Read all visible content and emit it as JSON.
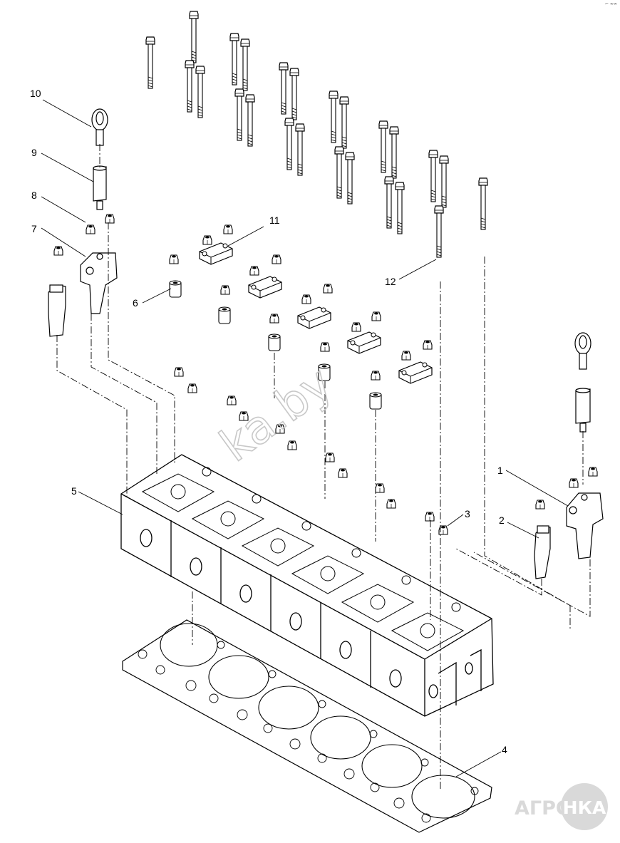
{
  "diagram": {
    "corner_mark": "⌐ ∞∞",
    "callouts": [
      "1",
      "2",
      "3",
      "4",
      "5",
      "6",
      "7",
      "8",
      "9",
      "10",
      "11",
      "12"
    ],
    "watermark_diagonal": "ka.by",
    "logo": {
      "left": "АГРО",
      "badge": "НКА"
    },
    "colors": {
      "line": "#000000",
      "watermark": "#d0d0d0",
      "logo": "#d9d9d9"
    }
  }
}
